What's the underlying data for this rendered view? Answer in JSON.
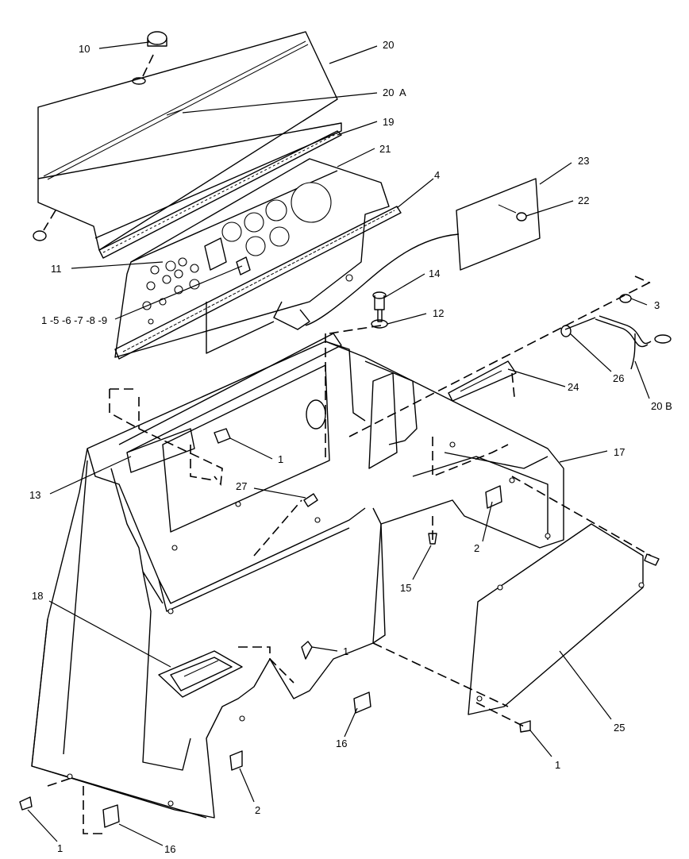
{
  "callouts": {
    "c10": "10",
    "c20": "20",
    "c20a": "20  A",
    "c19": "19",
    "c21": "21",
    "c4": "4",
    "c23": "23",
    "c22": "22",
    "c11": "11",
    "c14": "14",
    "c1_5_6_7_8_9": "1 -5 -6 -7 -8 -9",
    "c12": "12",
    "c3": "3",
    "c26": "26",
    "c24": "24",
    "c20b": "20 B",
    "c1a": "1",
    "c17": "17",
    "c13": "13",
    "c27": "27",
    "c2a": "2",
    "c15": "15",
    "c18": "18",
    "c1b": "1",
    "c25": "25",
    "c16a": "16",
    "c1c": "1",
    "c2b": "2",
    "c1d": "1",
    "c16b": "16"
  }
}
